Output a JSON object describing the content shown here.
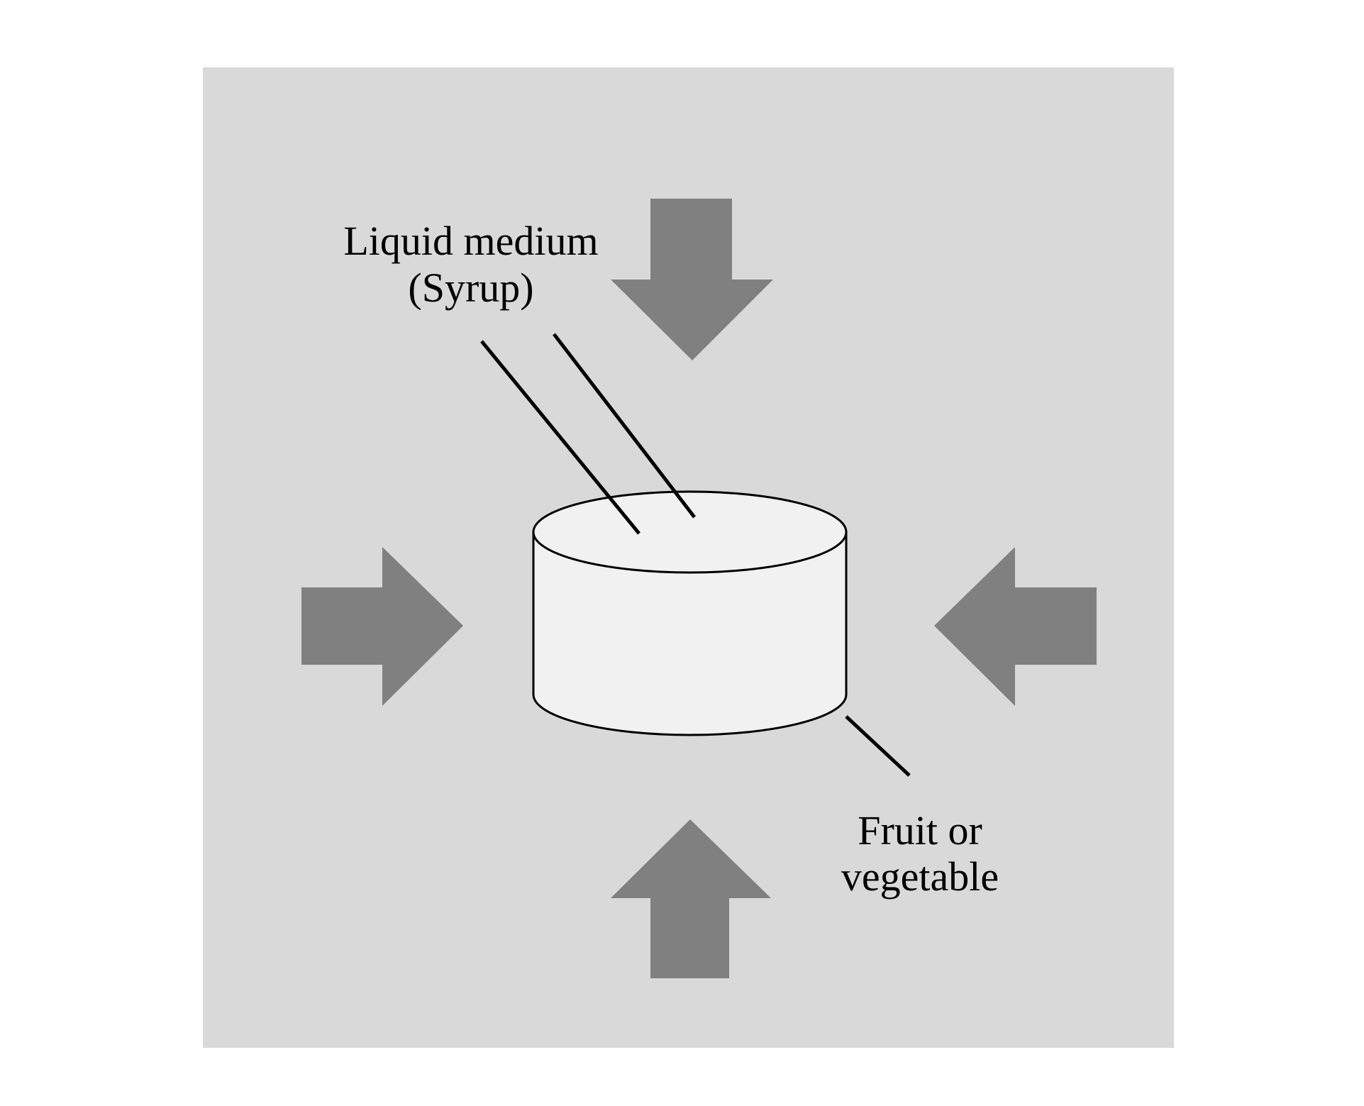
{
  "labels": {
    "liquid_line1": "Liquid medium",
    "liquid_line2": "(Syrup)",
    "fruit_line1": "Fruit or",
    "fruit_line2": "vegetable"
  },
  "colors": {
    "background": "#d9d9d9",
    "arrow": "#808080",
    "cylinder": "#f1f1f1",
    "outline": "#000000"
  }
}
